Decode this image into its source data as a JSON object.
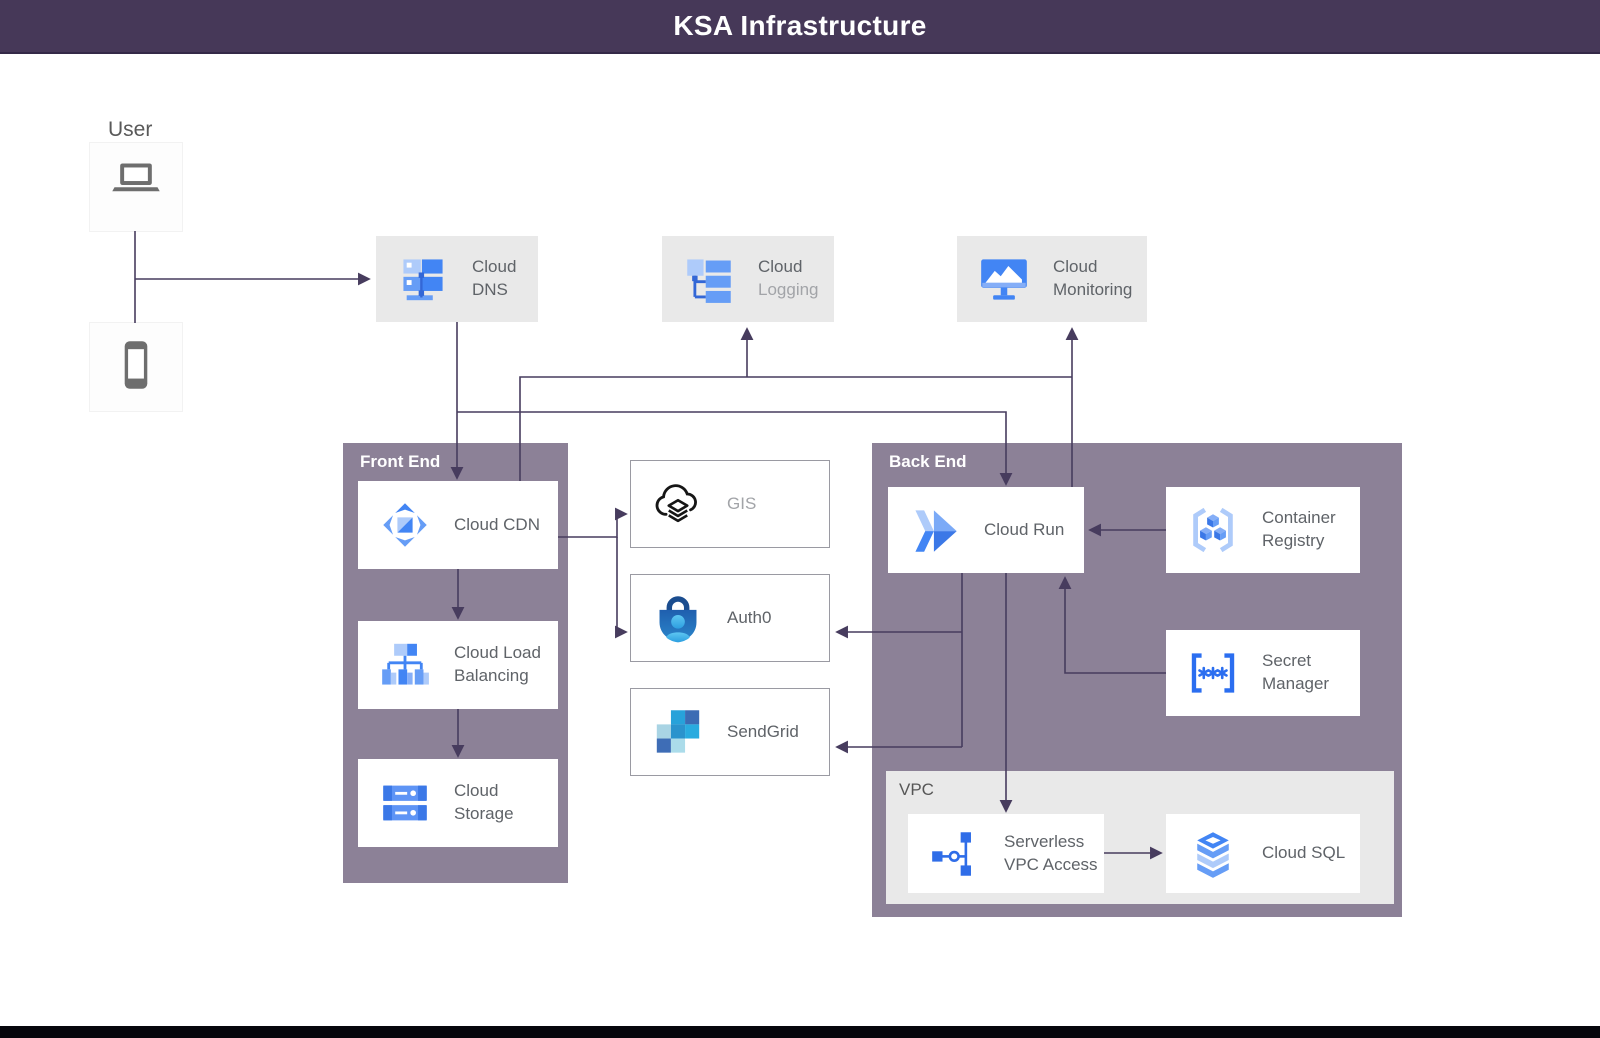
{
  "title": "KSA Infrastructure",
  "user": {
    "label": "User",
    "devices": [
      "laptop",
      "phone"
    ]
  },
  "colors": {
    "titlebar": "#463858",
    "group_background": "#8c8197",
    "panel_background": "#e9e9e9",
    "connector": "#473c5e",
    "google_blue": "#4285f4",
    "google_blue_mid": "#669df6",
    "google_blue_light": "#aecbfa",
    "label_text": "#5f6368",
    "muted_text": "#a2a4a8"
  },
  "top_nodes": [
    {
      "id": "cloud-dns",
      "icon": "cloud-dns-icon",
      "lines": [
        "Cloud",
        "DNS"
      ]
    },
    {
      "id": "cloud-logging",
      "icon": "cloud-logging-icon",
      "lines": [
        "Cloud",
        "Logging"
      ]
    },
    {
      "id": "cloud-monitoring",
      "icon": "cloud-monitoring-icon",
      "lines": [
        "Cloud",
        "Monitoring"
      ]
    }
  ],
  "middle_nodes": [
    {
      "id": "gis",
      "icon": "gis-cloud-layers-icon",
      "lines": [
        "GIS"
      ]
    },
    {
      "id": "auth0",
      "icon": "auth0-lock-user-icon",
      "lines": [
        "Auth0"
      ]
    },
    {
      "id": "sendgrid",
      "icon": "sendgrid-grid-icon",
      "lines": [
        "SendGrid"
      ]
    }
  ],
  "groups": {
    "front_end": {
      "label": "Front End",
      "nodes": [
        {
          "id": "cloud-cdn",
          "icon": "cloud-cdn-icon",
          "lines": [
            "Cloud CDN"
          ]
        },
        {
          "id": "cloud-load-balancing",
          "icon": "cloud-load-balancing-icon",
          "lines": [
            "Cloud Load",
            "Balancing"
          ]
        },
        {
          "id": "cloud-storage",
          "icon": "cloud-storage-icon",
          "lines": [
            "Cloud",
            "Storage"
          ]
        }
      ]
    },
    "back_end": {
      "label": "Back End",
      "nodes": [
        {
          "id": "cloud-run",
          "icon": "cloud-run-icon",
          "lines": [
            "Cloud Run"
          ]
        },
        {
          "id": "container-registry",
          "icon": "container-registry-icon",
          "lines": [
            "Container",
            "Registry"
          ]
        },
        {
          "id": "secret-manager",
          "icon": "secret-manager-icon",
          "lines": [
            "Secret",
            "Manager"
          ]
        }
      ],
      "vpc": {
        "label": "VPC",
        "nodes": [
          {
            "id": "serverless-vpc-access",
            "icon": "serverless-vpc-access-icon",
            "lines": [
              "Serverless",
              "VPC Access"
            ]
          },
          {
            "id": "cloud-sql",
            "icon": "cloud-sql-icon",
            "lines": [
              "Cloud SQL"
            ]
          }
        ]
      }
    }
  },
  "edges": [
    "laptop->phone",
    "user->cloud-dns",
    "cloud-dns->cloud-cdn",
    "cloud-dns->cloud-run",
    "cloud-cdn->cloud-logging",
    "cloud-cdn->cloud-monitoring",
    "cloud-run->cloud-monitoring",
    "cloud-cdn->cloud-load-balancing",
    "cloud-load-balancing->cloud-storage",
    "cloud-cdn->gis",
    "cloud-cdn->auth0",
    "container-registry->cloud-run",
    "secret-manager->cloud-run",
    "cloud-run->auth0",
    "cloud-run->sendgrid",
    "cloud-run->serverless-vpc-access",
    "serverless-vpc-access->cloud-sql"
  ]
}
